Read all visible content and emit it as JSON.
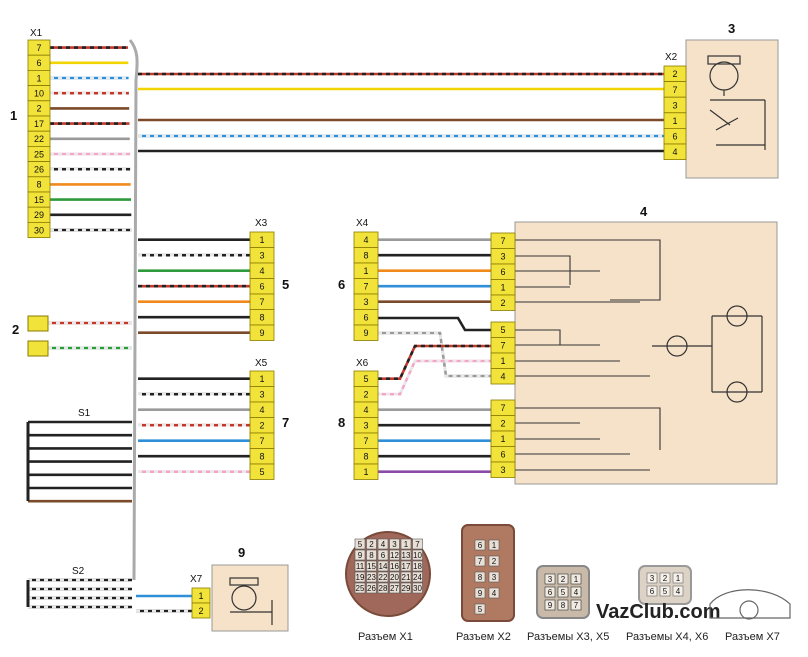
{
  "colors": {
    "pin_fill": "#f2e33a",
    "pin_stroke": "#8a7a00",
    "box_fill": "#f6e2c8",
    "box_stroke": "#999999",
    "red": "#c0392b",
    "yellow": "#f1d400",
    "blue": "#2f8fd8",
    "brown": "#7a4a2a",
    "green": "#2e9a3c",
    "orange": "#f08a1c",
    "pink": "#f3a6c8",
    "gray": "#9a9a9a",
    "black": "#222222",
    "white": "#e8e8e8",
    "violet": "#8a4aa8"
  },
  "components": {
    "c1": {
      "num": "1"
    },
    "c2": {
      "num": "2"
    },
    "c3": {
      "num": "3"
    },
    "c4": {
      "num": "4"
    },
    "c5": {
      "num": "5"
    },
    "c6": {
      "num": "6"
    },
    "c7": {
      "num": "7"
    },
    "c8": {
      "num": "8"
    },
    "c9": {
      "num": "9"
    }
  },
  "connectors": {
    "x1": {
      "label": "X1",
      "pins": [
        "7",
        "6",
        "1",
        "10",
        "2",
        "17",
        "22",
        "25",
        "26",
        "8",
        "15",
        "29",
        "30"
      ]
    },
    "x2": {
      "label": "X2",
      "pins": [
        "2",
        "7",
        "3",
        "1",
        "6",
        "4"
      ]
    },
    "x3": {
      "label": "X3",
      "pins": [
        "1",
        "3",
        "4",
        "6",
        "7",
        "8",
        "9"
      ]
    },
    "x5": {
      "label": "X5",
      "pins": [
        "1",
        "3",
        "4",
        "2",
        "7",
        "8",
        "5"
      ]
    },
    "x4": {
      "label": "X4",
      "pins": [
        "4",
        "8",
        "1",
        "7",
        "3",
        "6",
        "9"
      ]
    },
    "x6": {
      "label": "X6",
      "pins": [
        "5",
        "2",
        "4",
        "3",
        "7",
        "8",
        "1"
      ]
    },
    "x7": {
      "label": "X7",
      "pins": [
        "1",
        "2"
      ]
    },
    "c4_top": {
      "pins": [
        "7",
        "3",
        "6",
        "1",
        "2"
      ]
    },
    "c4_mid": {
      "pins": [
        "5",
        "7",
        "1",
        "4"
      ]
    },
    "c4_bot": {
      "pins": [
        "7",
        "2",
        "1",
        "6",
        "3"
      ]
    }
  },
  "labels": {
    "s1": "S1",
    "s2": "S2"
  },
  "captions": {
    "x1": "Разъем Х1",
    "x2": "Разъем Х2",
    "x3x5": "Разъемы Х3, Х5",
    "x4x6": "Разъемы Х4, Х6",
    "x7": "Разъем Х7"
  },
  "plug_pins": {
    "x1": [
      "5",
      "2",
      "4",
      "3",
      "1",
      "7",
      "9",
      "8",
      "6",
      "12",
      "13",
      "10",
      "11",
      "15",
      "14",
      "16",
      "17",
      "18",
      "19",
      "23",
      "22",
      "20",
      "21",
      "24",
      "25",
      "26",
      "28",
      "27",
      "29",
      "30"
    ],
    "x2": [
      "6",
      "1",
      "7",
      "2",
      "8",
      "3",
      "9",
      "4",
      "5"
    ],
    "x3x5": [
      "3",
      "2",
      "1",
      "6",
      "5",
      "4",
      "9",
      "8",
      "7"
    ],
    "x4x6": [
      "3",
      "2",
      "1",
      "6",
      "5",
      "4"
    ]
  },
  "watermark": "VazClub.com"
}
